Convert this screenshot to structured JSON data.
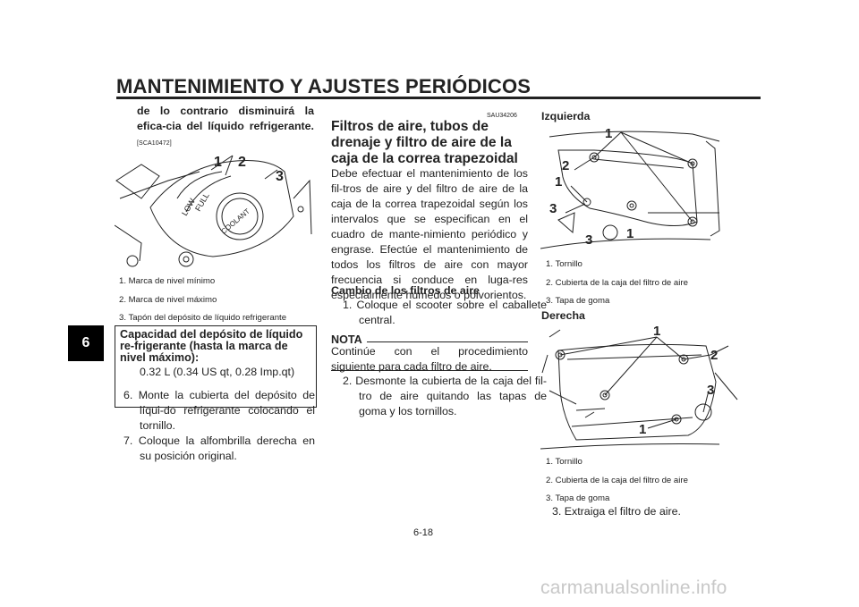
{
  "header": {
    "title": "MANTENIMIENTO Y AJUSTES PERIÓDICOS",
    "tab": "6"
  },
  "left": {
    "caution_text": "de lo contrario disminuirá la efica-cia del líquido refrigerante.",
    "caution_ref": "[SCA10472]",
    "figure1": {
      "callout_1": "1",
      "callout_2": "2",
      "callout_3": "3",
      "mark_low": "LOW",
      "mark_full": "FULL",
      "cap_text": "COOLANT"
    },
    "captions": [
      "1. Marca de nivel mínimo",
      "2. Marca de nivel máximo",
      "3. Tapón del depósito de líquido refrigerante"
    ],
    "capacity_box": {
      "heading": "Capacidad del depósito de líquido re-frigerante (hasta la marca de nivel máximo):",
      "value": "0.32 L (0.34 US qt, 0.28 Imp.qt)"
    },
    "steps": [
      "6. Monte la cubierta del depósito de líqui-do refrigerante colocando el tornillo.",
      "7. Coloque la alfombrilla derecha en su posición original."
    ]
  },
  "middle": {
    "ref_code": "SAU34206",
    "section_title": "Filtros de aire, tubos de drenaje y filtro de aire de la caja de la correa trapezoidal",
    "paragraph": "Debe efectuar el mantenimiento de los fil-tros de aire y del filtro de aire de la caja de la correa trapezoidal según los intervalos que se especifican en el cuadro de mante-nimiento periódico y engrase. Efectúe el mantenimiento de todos los filtros de aire con mayor frecuencia si conduce en luga-res especialmente húmedos o polvorientos.",
    "subheading": "Cambio de los filtros de aire",
    "step1": "1. Coloque el scooter sobre el caballete central.",
    "nota_label": "NOTA",
    "nota_text": "Continúe con el procedimiento siguiente para cada filtro de aire.",
    "step2": "2. Desmonte la cubierta de la caja del fil-tro de aire quitando las tapas de goma y los tornillos."
  },
  "right": {
    "izquierda_label": "Izquierda",
    "figure2": {
      "c1a": "1",
      "c2": "2",
      "c1b": "1",
      "c3a": "3",
      "c3b": "3",
      "c1c": "1"
    },
    "captions_izq": [
      "1. Tornillo",
      "2. Cubierta de la caja del filtro de aire",
      "3. Tapa de goma"
    ],
    "derecha_label": "Derecha",
    "figure3": {
      "c1a": "1",
      "c2": "2",
      "c3": "3",
      "c1b": "1"
    },
    "captions_der": [
      "1. Tornillo",
      "2. Cubierta de la caja del filtro de aire",
      "3. Tapa de goma"
    ],
    "step3": "3. Extraiga el filtro de aire."
  },
  "footer": {
    "page_number": "6-18",
    "watermark": "carmanualsonline.info"
  }
}
